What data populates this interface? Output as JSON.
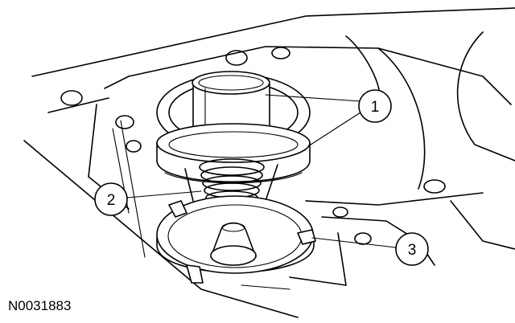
{
  "figure_id": "N0031883",
  "callouts": [
    {
      "label": "1",
      "part": "thermostat-housing-parts"
    },
    {
      "label": "2",
      "part": "thermostat-spring"
    },
    {
      "label": "3",
      "part": "thermostat-retainer-plate"
    }
  ]
}
